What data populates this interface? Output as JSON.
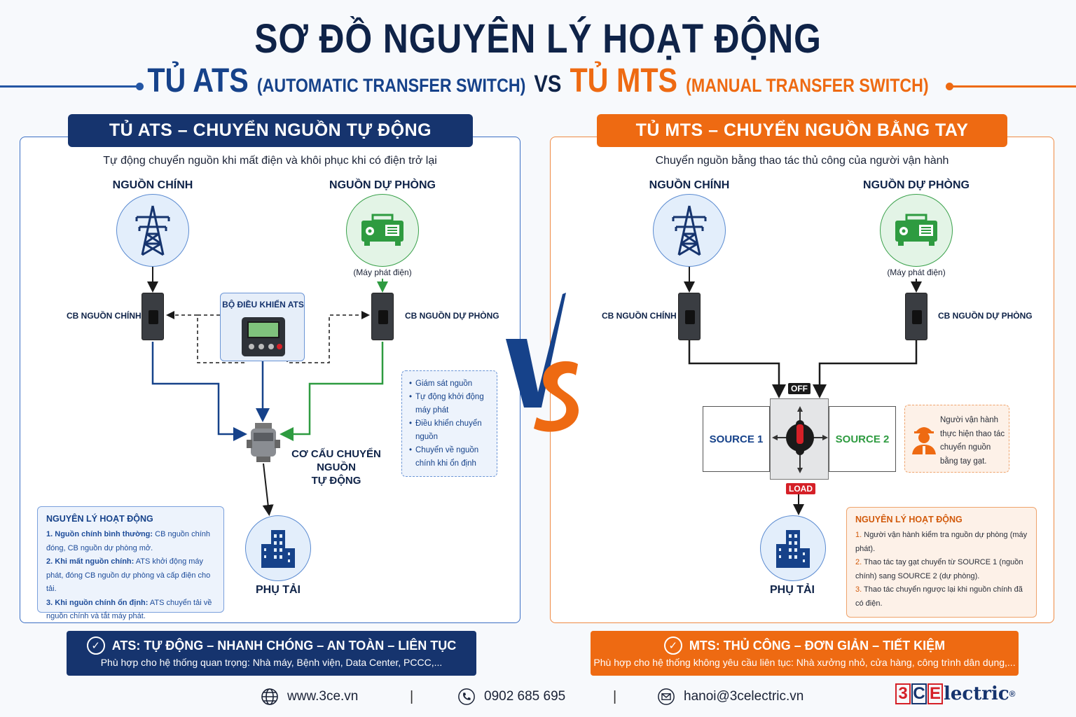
{
  "header": {
    "title": "SƠ ĐỒ NGUYÊN LÝ HOẠT ĐỘNG",
    "ats_label": "TỦ ATS",
    "ats_full": "(AUTOMATIC TRANSFER SWITCH)",
    "vs": "VS",
    "mts_label": "TỦ MTS",
    "mts_full": "(MANUAL TRANSFER SWITCH)"
  },
  "ats": {
    "banner": "TỦ ATS – CHUYỂN NGUỒN TỰ ĐỘNG",
    "description": "Tự động chuyển nguồn khi mất điện và khôi phục khi có điện trở lại",
    "main_source": "NGUỒN CHÍNH",
    "backup_source": "NGUỒN DỰ PHÒNG",
    "generator_note": "(Máy phát điện)",
    "cb_main": "CB NGUỒN CHÍNH",
    "cb_backup": "CB NGUỒN DỰ PHÒNG",
    "controller": "BỘ ĐIỀU KHIỂN ATS",
    "mechanism_line1": "CƠ CẤU CHUYỂN NGUỒN",
    "mechanism_line2": "TỰ ĐỘNG",
    "load": "PHỤ TẢI",
    "features": [
      "Giám sát nguồn",
      "Tự động khởi động máy phát",
      "Điều khiển chuyển nguồn",
      "Chuyển về nguồn chính khi ổn định"
    ],
    "principle_title": "NGUYÊN LÝ HOẠT ĐỘNG",
    "principles": [
      {
        "num": "1.",
        "bold": "Nguồn chính bình thường:",
        "text": " CB nguồn chính đóng, CB nguồn dự phòng mở."
      },
      {
        "num": "2.",
        "bold": "Khi mất nguồn chính:",
        "text": " ATS khởi động máy phát, đóng CB nguồn dự phòng và cấp điện cho tải."
      },
      {
        "num": "3.",
        "bold": "Khi nguồn chính ổn định:",
        "text": " ATS chuyển tải về nguồn chính và tắt máy phát."
      }
    ],
    "footer_head": "ATS: TỰ ĐỘNG – NHANH CHÓNG – AN TOÀN – LIÊN TỤC",
    "footer_sub": "Phù hợp cho hệ thống quan trọng: Nhà máy, Bệnh viện, Data Center, PCCC,..."
  },
  "mts": {
    "banner": "TỦ MTS – CHUYỂN NGUỒN BẰNG TAY",
    "description": "Chuyển nguồn bằng thao tác thủ công của người vận hành",
    "main_source": "NGUỒN CHÍNH",
    "backup_source": "NGUỒN DỰ PHÒNG",
    "generator_note": "(Máy phát điện)",
    "cb_main": "CB NGUỒN CHÍNH",
    "cb_backup": "CB NGUỒN DỰ PHÒNG",
    "source1": "SOURCE 1",
    "source2": "SOURCE 2",
    "off": "OFF",
    "load_tag": "LOAD",
    "load": "PHỤ TẢI",
    "operator_text": "Người vận hành thực hiện thao tác chuyển nguồn bằng tay gạt.",
    "principle_title": "NGUYÊN LÝ HOẠT ĐỘNG",
    "principles": [
      {
        "num": "1.",
        "text": "Người vận hành kiểm tra nguồn dự phòng (máy phát)."
      },
      {
        "num": "2.",
        "text": "Thao tác tay gạt chuyển từ SOURCE 1 (nguồn chính) sang SOURCE 2 (dự phòng)."
      },
      {
        "num": "3.",
        "text": "Thao tác chuyển ngược lại khi nguồn chính đã có điện."
      }
    ],
    "footer_head": "MTS: THỦ CÔNG – ĐƠN GIẢN – TIẾT KIỆM",
    "footer_sub": "Phù hợp cho hệ thống không yêu cầu liên tục: Nhà xưởng nhỏ, cửa hàng, công trình dân dụng,..."
  },
  "contact": {
    "website": "www.3ce.vn",
    "phone": "0902 685 695",
    "email": "hanoi@3celectric.vn",
    "brand_3": "3",
    "brand_c": "C",
    "brand_e": "E",
    "brand_rest": "lectric",
    "brand_reg": "®"
  },
  "colors": {
    "ats_primary": "#16346e",
    "ats_accent": "#2456a4",
    "mts_primary": "#ee6a12",
    "green": "#2e9b40",
    "brand_red": "#d52027"
  }
}
